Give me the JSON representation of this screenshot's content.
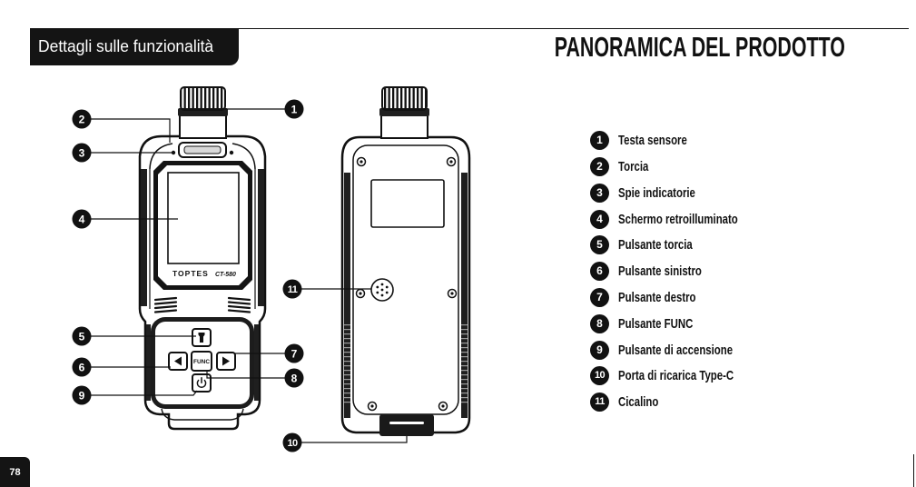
{
  "header": {
    "section_tab": "Dettagli sulle funzionalità",
    "title": "PANORAMICA DEL PRODOTTO"
  },
  "diagram": {
    "front": {
      "logo": "TOPTES",
      "model": "CT-580",
      "func_button_label": "FUNC",
      "icons": {
        "flashlight_button": "flashlight-icon",
        "left_button": "arrow-left-icon",
        "right_button": "arrow-right-icon",
        "power_button": "power-icon"
      }
    },
    "back": {
      "icons": {
        "buzzer": "speaker-grille-icon",
        "fasteners": "screw-icon",
        "charging_port": "usb-c-port-icon"
      }
    },
    "callouts": [
      "1",
      "2",
      "3",
      "4",
      "5",
      "6",
      "7",
      "8",
      "9",
      "10",
      "11"
    ]
  },
  "legend": [
    {
      "number": "1",
      "label": "Testa sensore"
    },
    {
      "number": "2",
      "label": "Torcia"
    },
    {
      "number": "3",
      "label": "Spie indicatorie"
    },
    {
      "number": "4",
      "label": "Schermo retroilluminato"
    },
    {
      "number": "5",
      "label": "Pulsante torcia"
    },
    {
      "number": "6",
      "label": "Pulsante sinistro"
    },
    {
      "number": "7",
      "label": "Pulsante destro"
    },
    {
      "number": "8",
      "label": "Pulsante FUNC"
    },
    {
      "number": "9",
      "label": "Pulsante di accensione"
    },
    {
      "number": "10",
      "label": "Porta di ricarica Type-C"
    },
    {
      "number": "11",
      "label": "Cicalino"
    }
  ],
  "page_number": "78",
  "colors": {
    "ink": "#111111",
    "paper": "#ffffff",
    "screen": "#ffffff",
    "rubber_grip": "#1f1f1f"
  }
}
